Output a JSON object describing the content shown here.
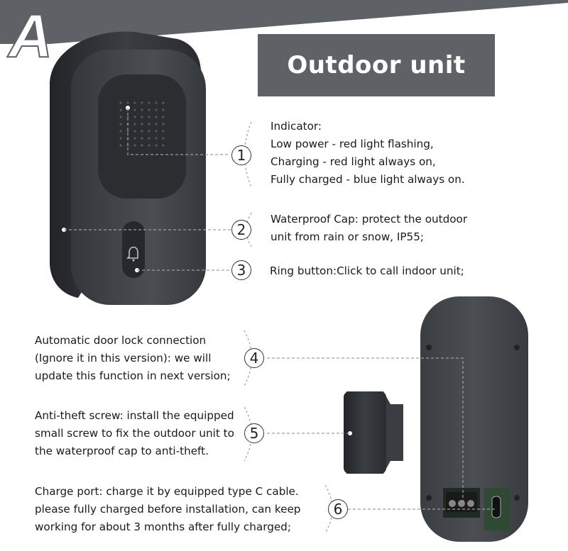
{
  "header": {
    "section_letter": "A",
    "title": "Outdoor unit"
  },
  "callouts": [
    {
      "number": "1",
      "lines": [
        "Indicator:",
        "Low power - red light flashing,",
        "Charging - red light always on,",
        "Fully charged - blue light always on."
      ]
    },
    {
      "number": "2",
      "lines": [
        "Waterproof Cap: protect the outdoor",
        "unit from rain or snow, IP55;"
      ]
    },
    {
      "number": "3",
      "lines": [
        "Ring button:Click to call indoor unit;"
      ]
    },
    {
      "number": "4",
      "lines": [
        "Automatic door lock connection",
        "(Ignore it in this version): we will",
        "update this function in next version;"
      ]
    },
    {
      "number": "5",
      "lines": [
        "Anti-theft screw: install the equipped",
        "small screw to fix the outdoor unit to",
        "the waterproof cap to anti-theft."
      ]
    },
    {
      "number": "6",
      "lines": [
        "Charge port: charge it by equipped type C cable.",
        "please fully charged before installation, can keep",
        "working for about 3 months after fully charged;"
      ]
    }
  ],
  "colors": {
    "banner": "#5e6166",
    "device_body": "#3d4044",
    "device_dark": "#2a2c2f",
    "leader_line": "#9aa0a6"
  },
  "icons": [
    "bell-icon"
  ]
}
